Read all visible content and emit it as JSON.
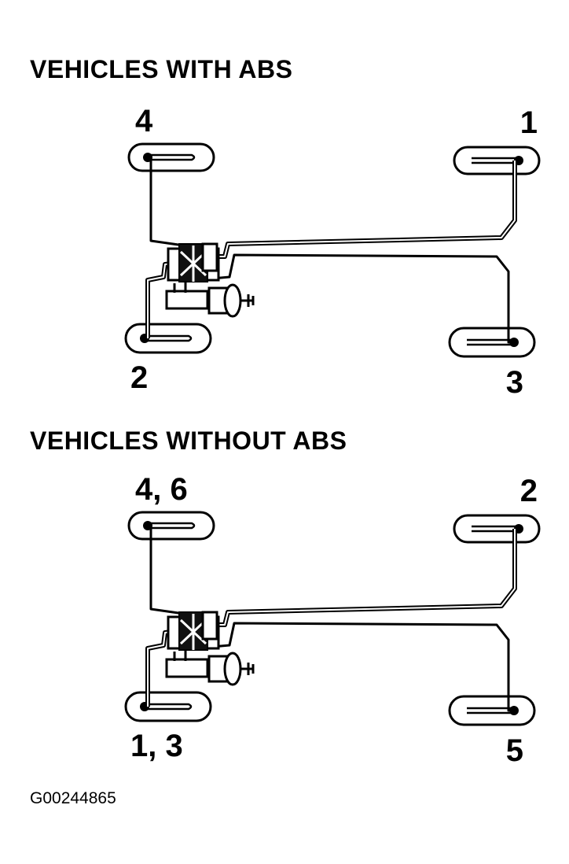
{
  "sections": [
    {
      "title": "VEHICLES WITH ABS",
      "wheels": {
        "front_left": "4",
        "front_right": "1",
        "rear_left": "2",
        "rear_right": "3"
      }
    },
    {
      "title": "VEHICLES WITHOUT ABS",
      "wheels": {
        "front_left": "4, 6",
        "front_right": "2",
        "rear_left": "1, 3",
        "rear_right": "5"
      }
    }
  ],
  "figure_id": "G00244865"
}
